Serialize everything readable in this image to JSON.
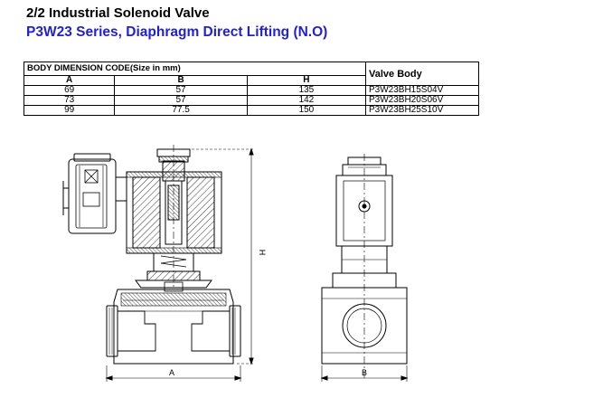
{
  "title": "2/2 Industrial Solenoid Valve",
  "subtitle": "P3W23 Series, Diaphragm Direct Lifting (N.O)",
  "table": {
    "group_header": "BODY DIMENSION CODE(Size in mm)",
    "valve_body_header": "Valve Body",
    "columns": [
      "A",
      "B",
      "H"
    ],
    "rows": [
      {
        "a": "69",
        "b": "57",
        "h": "135",
        "model": "P3W23BH15S04V"
      },
      {
        "a": "73",
        "b": "57",
        "h": "142",
        "model": "P3W23BH20S06V"
      },
      {
        "a": "99",
        "b": "77.5",
        "h": "150",
        "model": "P3W23BH25S10V"
      }
    ]
  },
  "drawing": {
    "label_a": "A",
    "label_b": "B",
    "label_h": "H"
  }
}
